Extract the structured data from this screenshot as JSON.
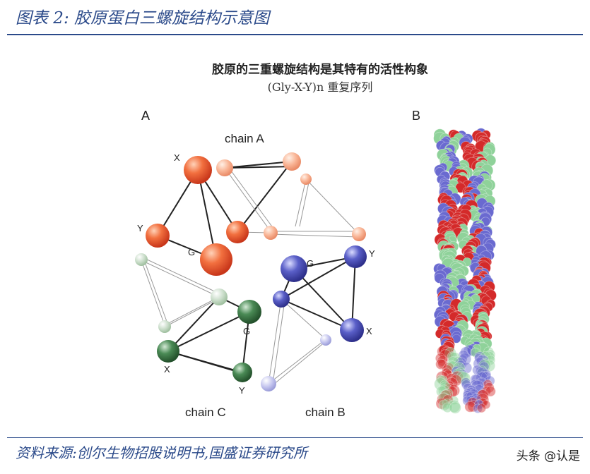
{
  "figure": {
    "title": "图表 2:  胶原蛋白三螺旋结构示意图",
    "source": "资料来源:创尔生物招股说明书,国盛证券研究所",
    "watermark": "头条 @认是"
  },
  "diagram": {
    "title": "胶原的三重螺旋结构是其特有的活性构象",
    "subtitle": "(Gly-X-Y)n 重复序列",
    "panel_a_label": "A",
    "panel_b_label": "B",
    "chain_a_label": "chain A",
    "chain_b_label": "chain B",
    "chain_c_label": "chain C",
    "residue_x": "X",
    "residue_y": "Y",
    "residue_g": "G",
    "colors": {
      "chain_a": "#e8502a",
      "chain_b": "#4a4fb8",
      "chain_c": "#3f7a4a",
      "helix_red": "#d42a2a",
      "helix_green": "#8fd29a",
      "helix_blue": "#6a6ad0",
      "text_blue": "#2b4a8a"
    }
  }
}
